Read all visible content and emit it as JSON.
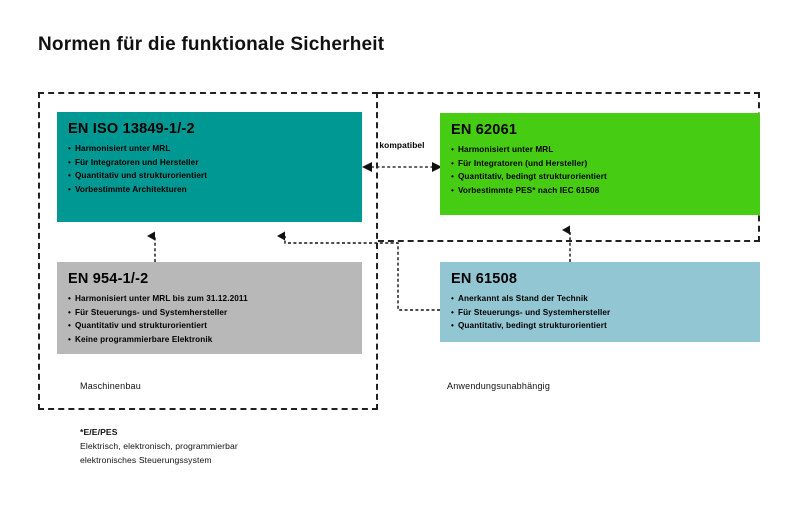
{
  "title": "Normen für die funktionale Sicherheit",
  "colors": {
    "box_13849": "#009892",
    "box_62061": "#47cc14",
    "box_954": "#b8b8b8",
    "box_61508": "#93c6d3",
    "line": "#222222",
    "background": "#ffffff"
  },
  "boxes": {
    "iso13849": {
      "heading": "EN ISO 13849-1/-2",
      "bullets": [
        "Harmonisiert unter MRL",
        "Für Integratoren und Hersteller",
        "Quantitativ und strukturorientiert",
        "Vorbestimmte Architekturen"
      ]
    },
    "en62061": {
      "heading": "EN 62061",
      "bullets": [
        "Harmonisiert unter MRL",
        "Für Integratoren (und Hersteller)",
        "Quantitativ, bedingt strukturorientiert",
        "Vorbestimmte PES* nach IEC 61508"
      ]
    },
    "en954": {
      "heading": "EN 954-1/-2",
      "bullets": [
        "Harmonisiert unter MRL bis zum 31.12.2011",
        "Für Steuerungs- und Systemhersteller",
        "Quantitativ und strukturorientiert",
        "Keine programmierbare Elektronik"
      ]
    },
    "en61508": {
      "heading": "EN 61508",
      "bullets": [
        "Anerkannt als Stand der Technik",
        "Für Steuerungs- und Systemhersteller",
        "Quantitativ, bedingt strukturorientiert"
      ]
    }
  },
  "regions": {
    "machinery_caption": "Maschinenbau",
    "generic_caption": "Anwendungsunabhängig"
  },
  "connectors": {
    "compatible_label": "kompatibel"
  },
  "footnote": {
    "head": "*E/E/PES",
    "line1": "Elektrisch, elektronisch, programmierbar",
    "line2": "elektronisches Steuerungssystem"
  }
}
